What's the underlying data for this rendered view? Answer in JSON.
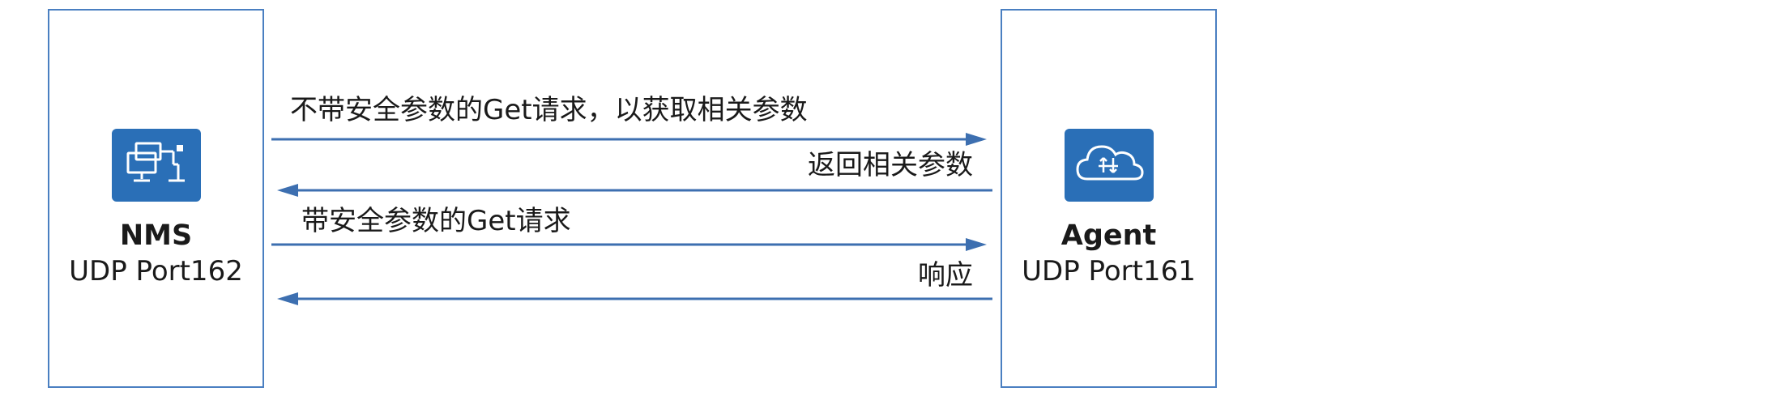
{
  "nms": {
    "name": "NMS",
    "port": "UDP Port162",
    "icon": "network-management-station-icon"
  },
  "agent": {
    "name": "Agent",
    "port": "UDP Port161",
    "icon": "cloud-router-icon"
  },
  "messages": [
    {
      "label": "不带安全参数的Get请求，以获取相关参数",
      "direction": "nms-to-agent"
    },
    {
      "label": "返回相关参数",
      "direction": "agent-to-nms"
    },
    {
      "label": "带安全参数的Get请求",
      "direction": "nms-to-agent"
    },
    {
      "label": "响应",
      "direction": "agent-to-nms"
    }
  ],
  "colors": {
    "border": "#4a7fc1",
    "arrow": "#3d6fb0",
    "icon_bg": "#2a6fb7"
  }
}
